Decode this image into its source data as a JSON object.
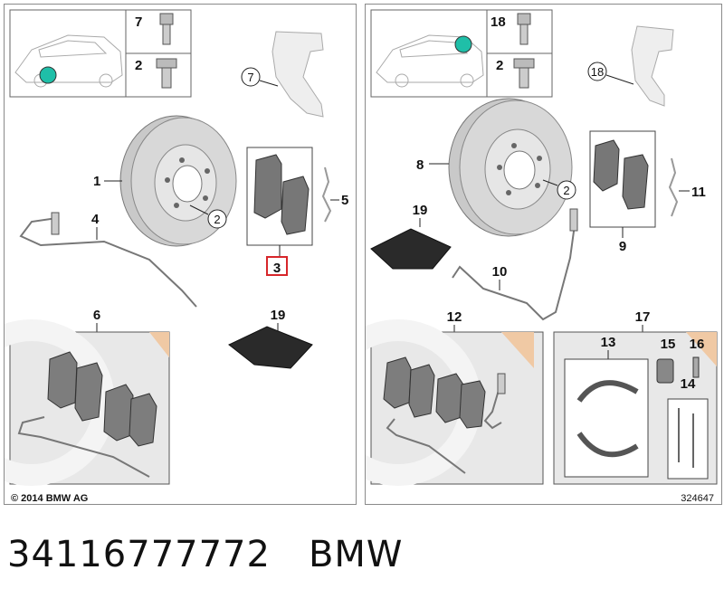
{
  "front": {
    "labels": {
      "bolt_top": "7",
      "bolt_bottom": "2",
      "disc": "1",
      "disc_screw": "2",
      "wear_sensor": "4",
      "carrier": "7",
      "pads": "3",
      "clip": "5",
      "pad_set": "6",
      "grease": "19"
    },
    "copyright": "© 2014 BMW AG"
  },
  "rear": {
    "labels": {
      "bolt_top": "18",
      "bolt_bottom": "2",
      "disc": "8",
      "disc_screw": "2",
      "carrier": "18",
      "pads": "9",
      "clip": "11",
      "grease": "19",
      "wear_sensor": "10",
      "pad_set": "12",
      "parking_set": "17",
      "shoes": "13",
      "adjuster": "15",
      "spring_pin": "16",
      "hardware": "14"
    },
    "ref_number": "324647"
  },
  "caption": {
    "part_number": "34116777772",
    "brand": "BMW"
  },
  "colors": {
    "highlight": "#d7262a",
    "marker": "#1fbfa8",
    "accent": "#f0c9a4",
    "part": "#7d7d7d"
  }
}
